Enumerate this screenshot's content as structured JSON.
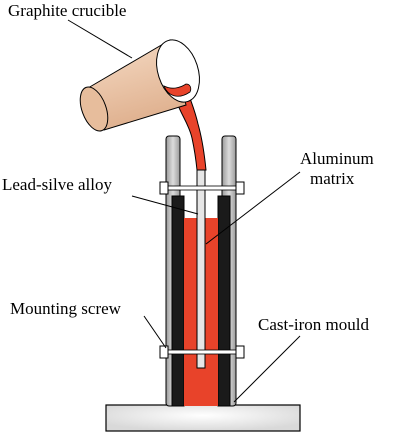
{
  "labels": {
    "crucible": "Graphite crucible",
    "alloy": "Lead-silve alloy",
    "matrix_line1": "Aluminum",
    "matrix_line2": "matrix",
    "screw": "Mounting screw",
    "mould": "Cast-iron mould"
  },
  "colors": {
    "molten_metal": "#e8432a",
    "crucible_body": "#eecbb0",
    "mould_outer": "#c2c2c2",
    "mould_inner": "#1a1a1a",
    "matrix_rod": "#e6e6e6",
    "base": "#f0f0f0",
    "outline": "#000000"
  }
}
